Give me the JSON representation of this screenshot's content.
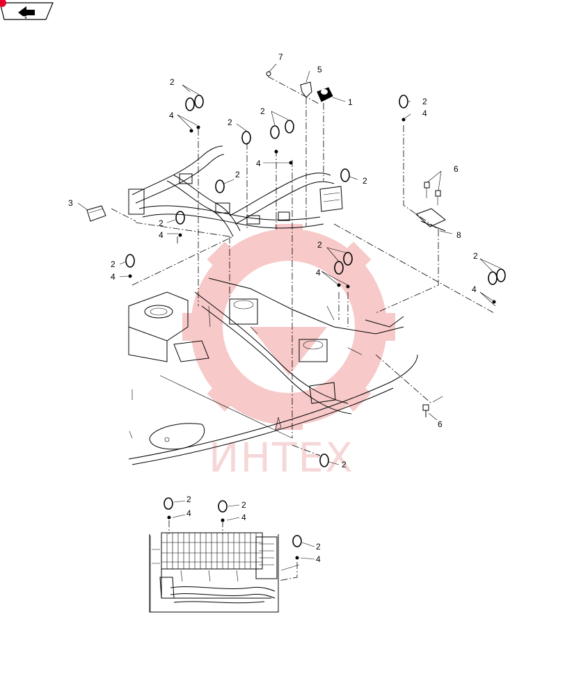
{
  "toolbar": {
    "back_icon": "return-arrow-icon"
  },
  "watermark": {
    "text": "ИНТЕХ"
  },
  "callouts": {
    "c1": "1",
    "c2": "2",
    "c3": "3",
    "c4": "4",
    "c5": "5",
    "c6": "6",
    "c7": "7",
    "c8": "8"
  },
  "colors": {
    "watermark": "#e87a7a",
    "line": "#000000",
    "accent": "#e8002a"
  }
}
